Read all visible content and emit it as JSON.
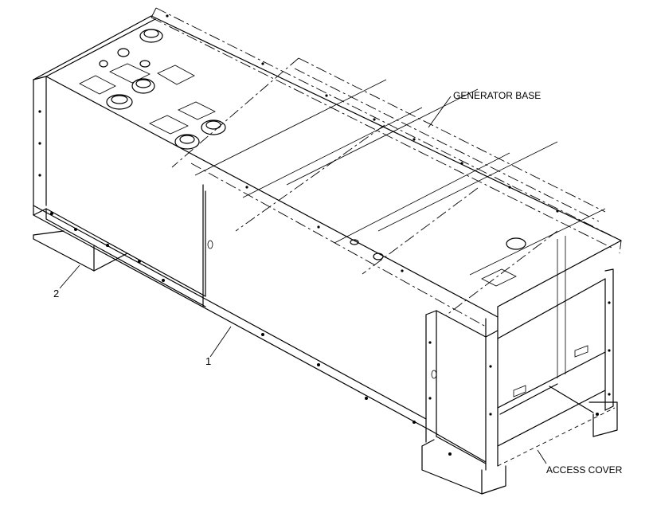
{
  "callouts": {
    "generator_base": "GENERATOR BASE",
    "access_cover": "ACCESS COVER",
    "item_1": "1",
    "item_2": "2"
  }
}
